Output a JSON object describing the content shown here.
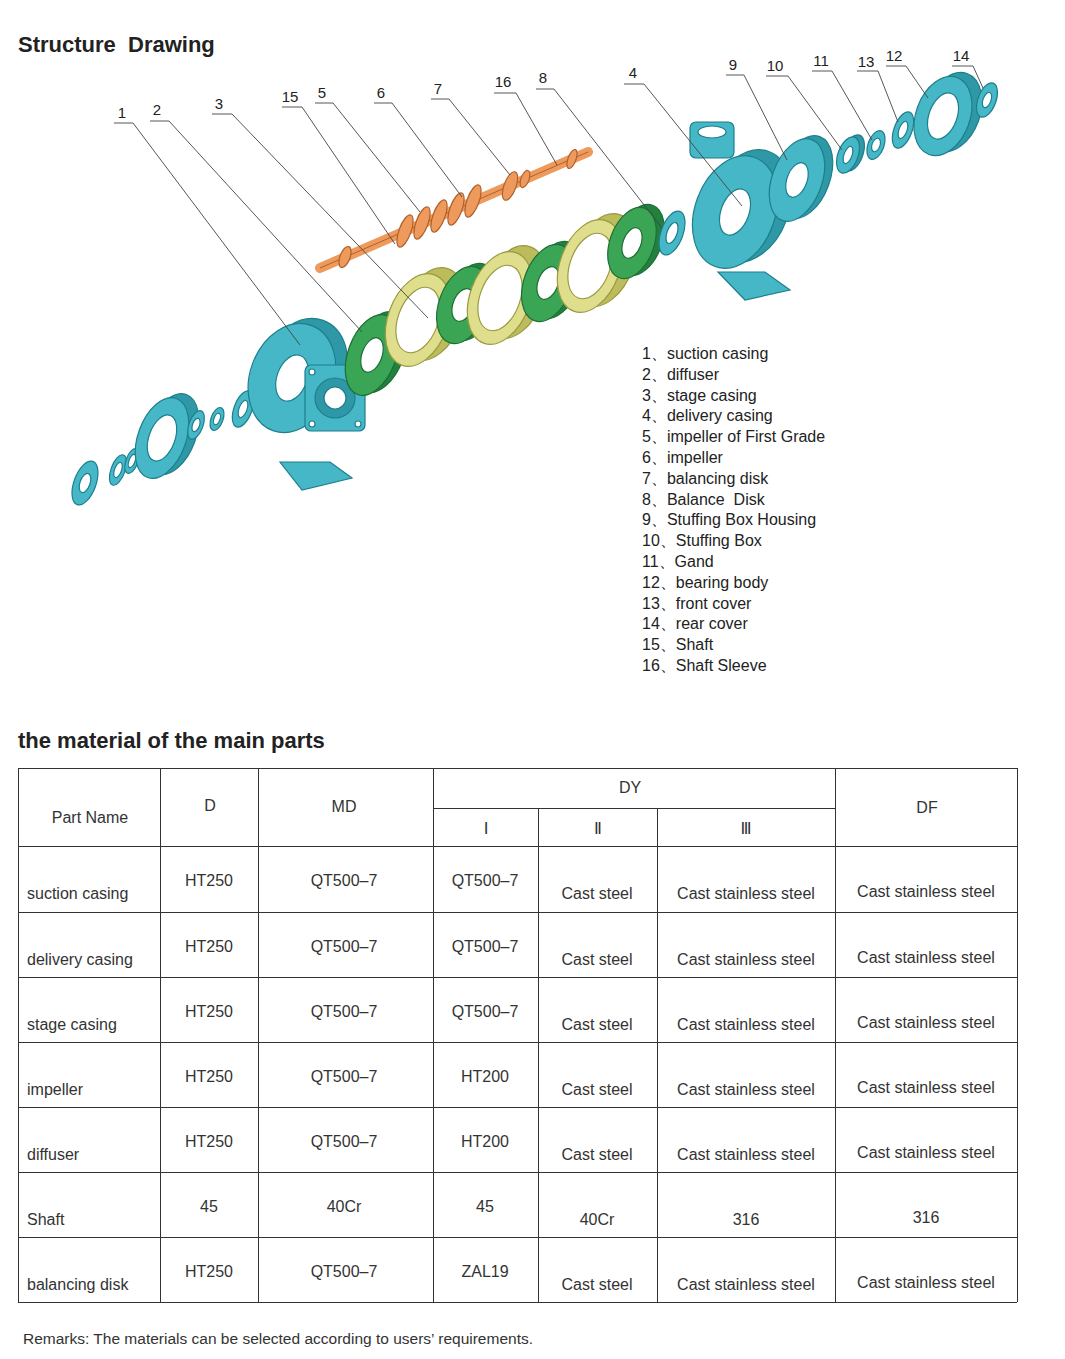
{
  "diagram": {
    "title": "Structure  Drawing",
    "labels": [
      "1",
      "2",
      "3",
      "15",
      "5",
      "6",
      "7",
      "16",
      "8",
      "4",
      "9",
      "10",
      "11",
      "13",
      "12",
      "14",
      "1、suction casing",
      "2、diffuser",
      "3、stage casing",
      "4、delivery casing",
      "5、impeller of First Grade",
      "6、impeller",
      "7、balancing disk",
      "8、Balance  Disk",
      "9、Stuffing Box Housing",
      "10、Stuffing Box",
      "11、Gand",
      "12、bearing body",
      "13、front cover",
      "14、rear cover",
      "15、Shaft",
      "16、Shaft Sleeve",
      "the material of the main parts",
      "Part Name",
      "D",
      "MD",
      "DY",
      "Ⅰ",
      "Ⅱ",
      "Ⅲ",
      "DF",
      "suction casing",
      "HT250",
      "QT500–7",
      "QT500–7",
      "Cast steel",
      "Cast stainless steel",
      "Cast stainless steel",
      "delivery casing",
      "HT250",
      "QT500–7",
      "QT500–7",
      "Cast steel",
      "Cast stainless steel",
      "Cast stainless steel",
      "stage casing",
      "HT250",
      "QT500–7",
      "QT500–7",
      "Cast steel",
      "Cast stainless steel",
      "Cast stainless steel",
      "impeller",
      "HT250",
      "QT500–7",
      "HT200",
      "Cast steel",
      "Cast stainless steel",
      "Cast stainless steel",
      "diffuser",
      "HT250",
      "QT500–7",
      "HT200",
      "Cast steel",
      "Cast stainless steel",
      "Cast stainless steel",
      "Shaft",
      "45",
      "40Cr",
      "45",
      "40Cr",
      "316",
      "316",
      "balancing disk",
      "HT250",
      "QT500–7",
      "ZAL19",
      "Cast steel",
      "Cast stainless steel",
      "Cast stainless steel",
      "Remarks: The materials can be selected according to users’ requirements."
    ]
  }
}
